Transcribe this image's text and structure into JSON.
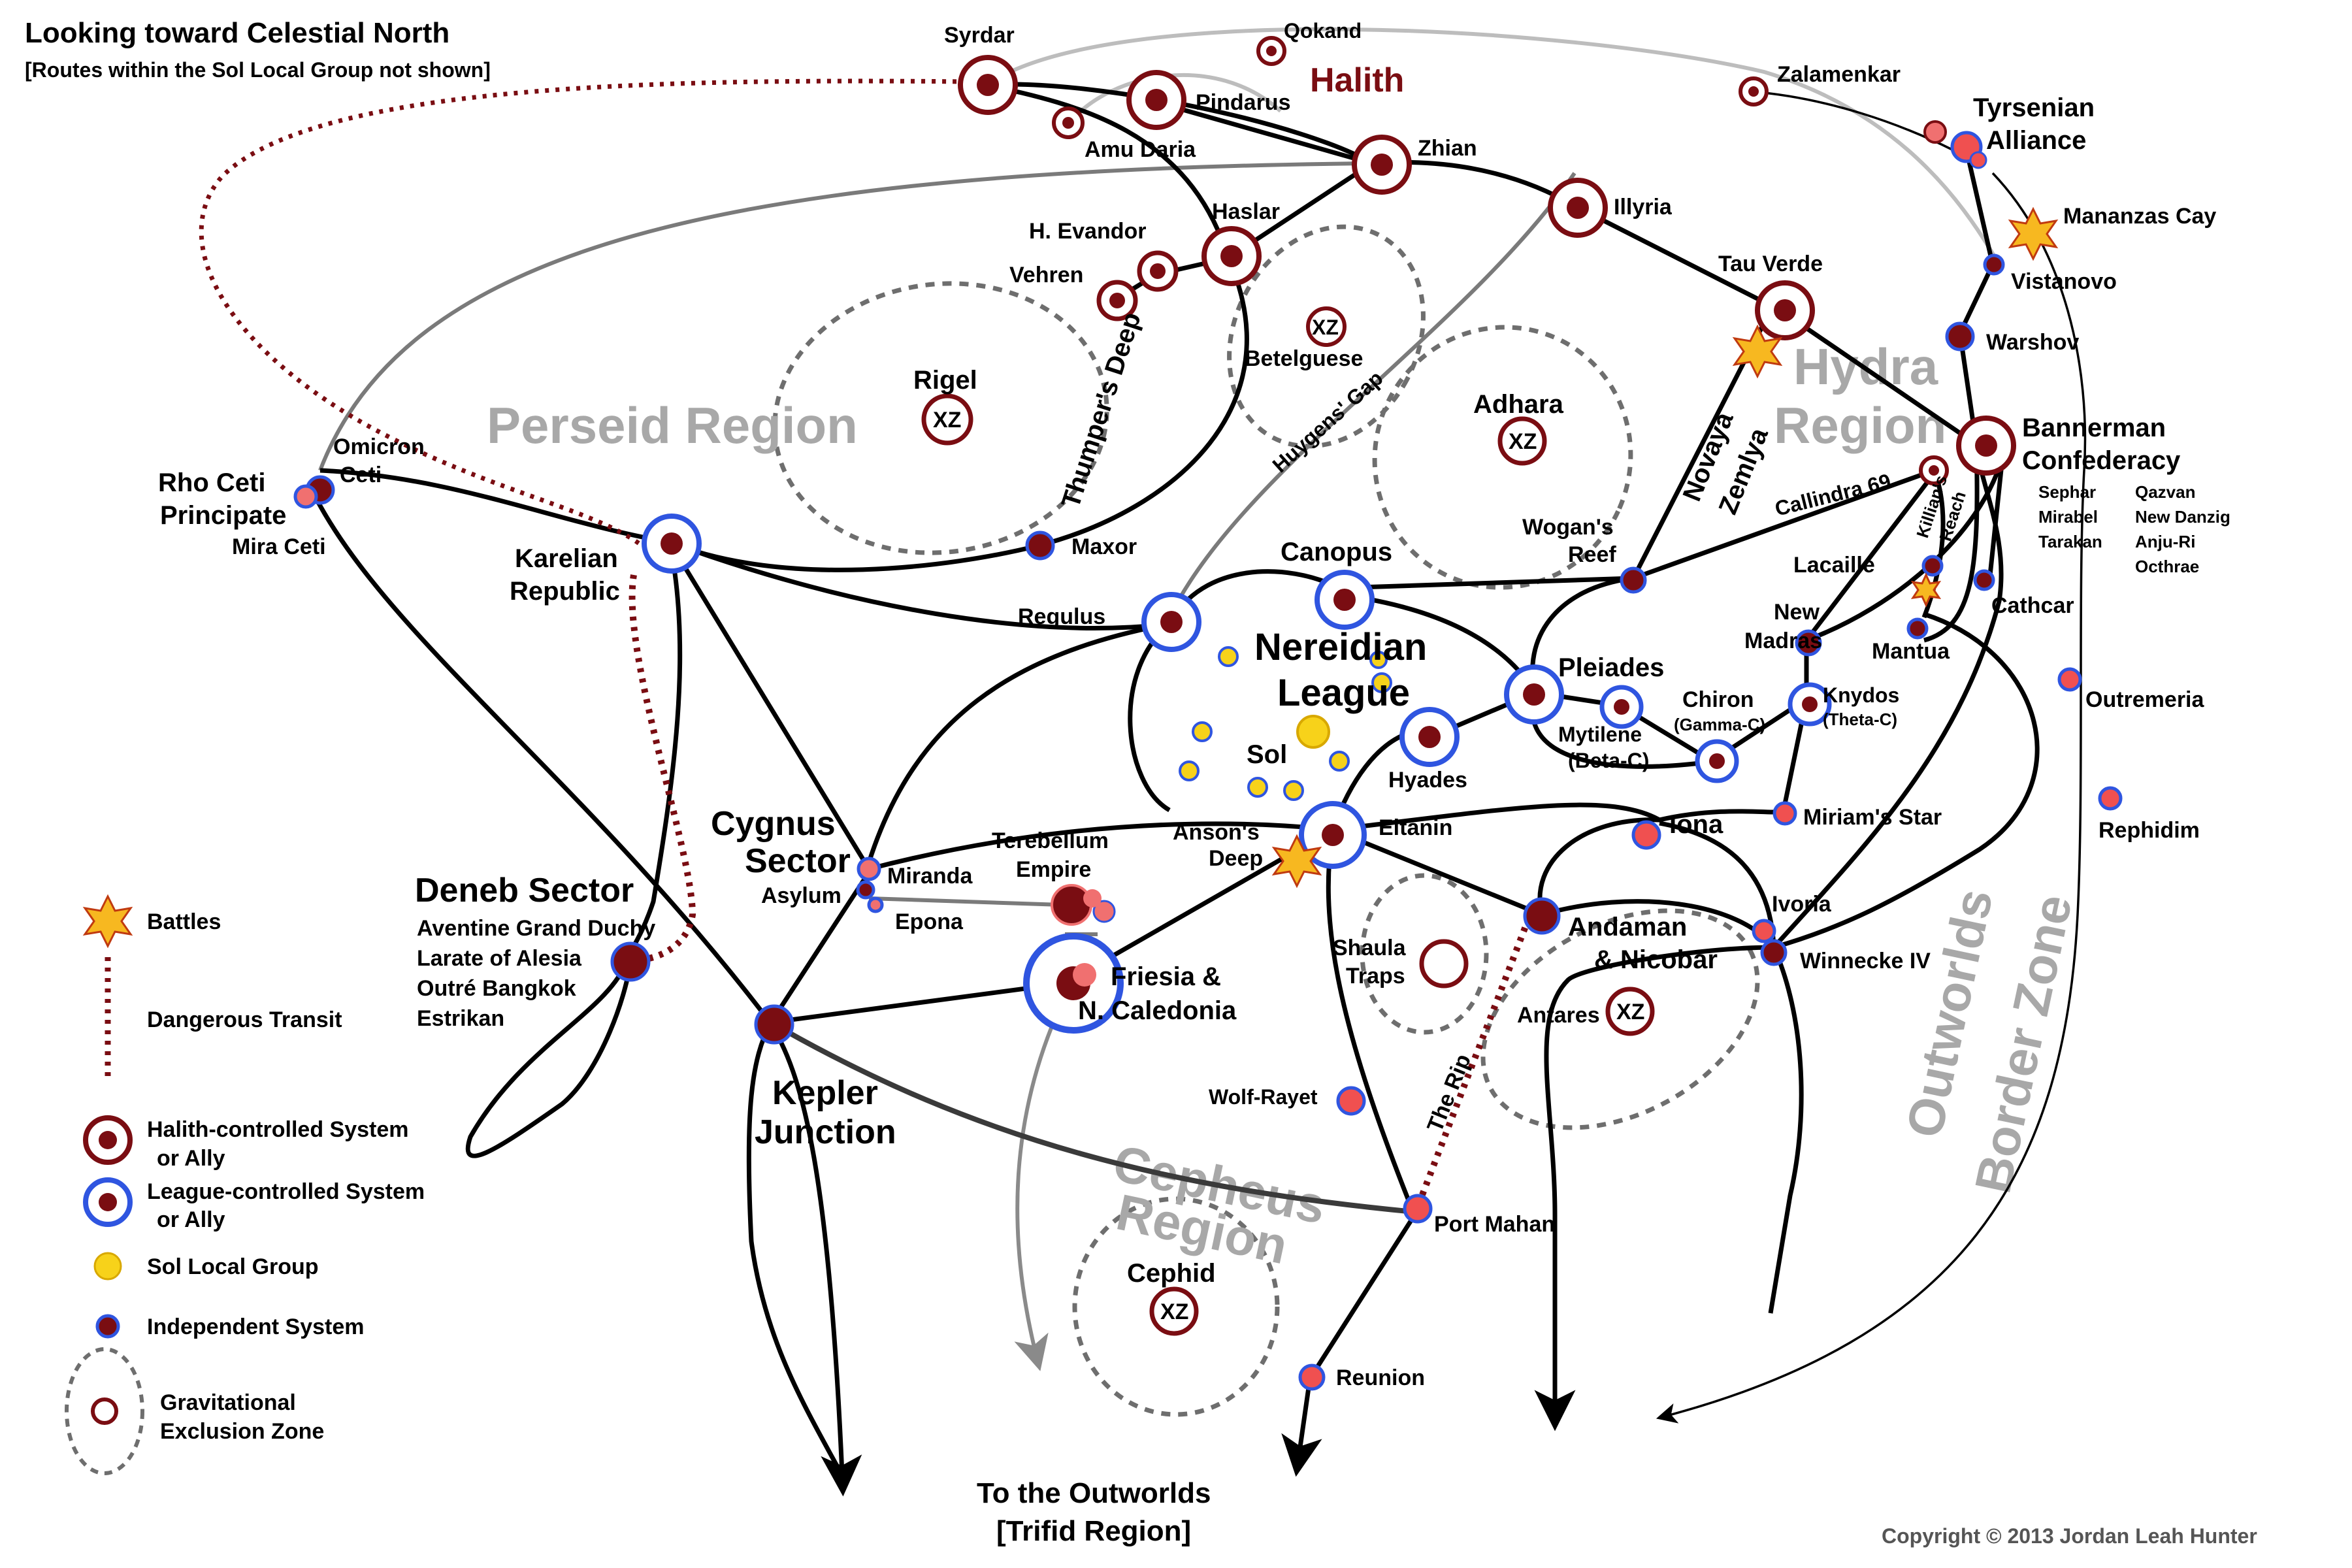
{
  "header": {
    "title": "Looking toward Celestial North",
    "subtitle": "[Routes within the Sol Local Group not shown]"
  },
  "footer": {
    "copyright": "Copyright © 2013 Jordan Leah Hunter",
    "outworlds_line1": "To the Outworlds",
    "outworlds_line2": "[Trifid Region]"
  },
  "colors": {
    "halith": "#7a0d12",
    "league": "#2f55e0",
    "sol": "#f7d21a",
    "independent": "#f05050",
    "route": "#000000",
    "region_text": "#a8a8a8"
  },
  "regions": {
    "perseid": "Perseid Region",
    "hydra_1": "Hydra",
    "hydra_2": "Region",
    "cepheus_1": "Cepheus",
    "cepheus_2": "Region",
    "outworlds_1": "Outworlds",
    "outworlds_2": "Border Zone"
  },
  "labels": {
    "halith": "Halith",
    "nereidian_1": "Nereidian",
    "nereidian_2": "League",
    "sol": "Sol",
    "syrdar": "Syrdar",
    "qokand": "Qokand",
    "pindarus": "Pindarus",
    "amu_daria": "Amu Daria",
    "zhian": "Zhian",
    "illyria": "Illyria",
    "zalamenkar": "Zalamenkar",
    "tyrsenian_1": "Tyrsenian",
    "tyrsenian_2": "Alliance",
    "mananzas": "Mananzas Cay",
    "vistanovo": "Vistanovo",
    "warshov": "Warshov",
    "bannerman_1": "Bannerman",
    "bannerman_2": "Confederacy",
    "sephar": "Sephar",
    "mirabel": "Mirabel",
    "tarakan": "Tarakan",
    "qazvan": "Qazvan",
    "new_danzig": "New Danzig",
    "anju_ri": "Anju-Ri",
    "octhrae": "Octhrae",
    "tau_verde": "Tau Verde",
    "callindra": "Callindra 69",
    "killians_1": "Killian's",
    "killians_2": "Reach",
    "lacaille": "Lacaille",
    "cathcar": "Cathcar",
    "new_madras_1": "New",
    "new_madras_2": "Madras",
    "mantua": "Mantua",
    "outremeria": "Outremeria",
    "rephidim": "Rephidim",
    "haslar": "Haslar",
    "h_evandor": "H. Evandor",
    "vehren": "Vehren",
    "thumpers": "Thumper's Deep",
    "betelguese": "Betelguese",
    "huygens": "Huygens' Gap",
    "rigel": "Rigel",
    "adhara": "Adhara",
    "novaya_1": "Novaya",
    "novaya_2": "Zemlya",
    "omicron_1": "Omicron",
    "omicron_2": "Ceti",
    "rho_1": "Rho Ceti",
    "rho_2": "Principate",
    "mira": "Mira Ceti",
    "karelian_1": "Karelian",
    "karelian_2": "Republic",
    "maxor": "Maxor",
    "regulus": "Regulus",
    "canopus": "Canopus",
    "wogans_1": "Wogan's",
    "wogans_2": "Reef",
    "pleiades": "Pleiades",
    "chiron_1": "Chiron",
    "chiron_2": "(Gamma-C)",
    "mytilene_1": "Mytilene",
    "mytilene_2": "(Beta-C)",
    "knydos_1": "Knydos",
    "knydos_2": "(Theta-C)",
    "hyades": "Hyades",
    "eltanin": "Eltanin",
    "ansons_1": "Anson's",
    "ansons_2": "Deep",
    "iona": "Iona",
    "miriams": "Miriam's Star",
    "ivoria": "Ivoria",
    "winnecke": "Winnecke IV",
    "andaman_1": "Andaman",
    "andaman_2": "& Nicobar",
    "shaula_1": "Shaula",
    "shaula_2": "Traps",
    "antares": "Antares",
    "the_rip": "The Rip",
    "wolf_rayet": "Wolf-Rayet",
    "port_mahan": "Port Mahan",
    "reunion": "Reunion",
    "cephid": "Cephid",
    "cygnus_1": "Cygnus",
    "cygnus_2": "Sector",
    "miranda": "Miranda",
    "asylum": "Asylum",
    "epona": "Epona",
    "terebellum_1": "Terebellum",
    "terebellum_2": "Empire",
    "friesia_1": "Friesia &",
    "friesia_2": "N. Caledonia",
    "kepler_1": "Kepler",
    "kepler_2": "Junction",
    "deneb": "Deneb Sector",
    "aventine": "Aventine Grand Duchy",
    "larate": "Larate of Alesia",
    "outre": "Outré Bangkok",
    "estrikan": "Estrikan",
    "xz": "XZ"
  },
  "legend": {
    "battles": "Battles",
    "dangerous": "Dangerous Transit",
    "halith_1": "Halith-controlled System",
    "halith_2": "or Ally",
    "league_1": "League-controlled System",
    "league_2": "or Ally",
    "sol_group": "Sol Local Group",
    "independent": "Independent System",
    "grav_1": "Gravitational",
    "grav_2": "Exclusion Zone"
  }
}
